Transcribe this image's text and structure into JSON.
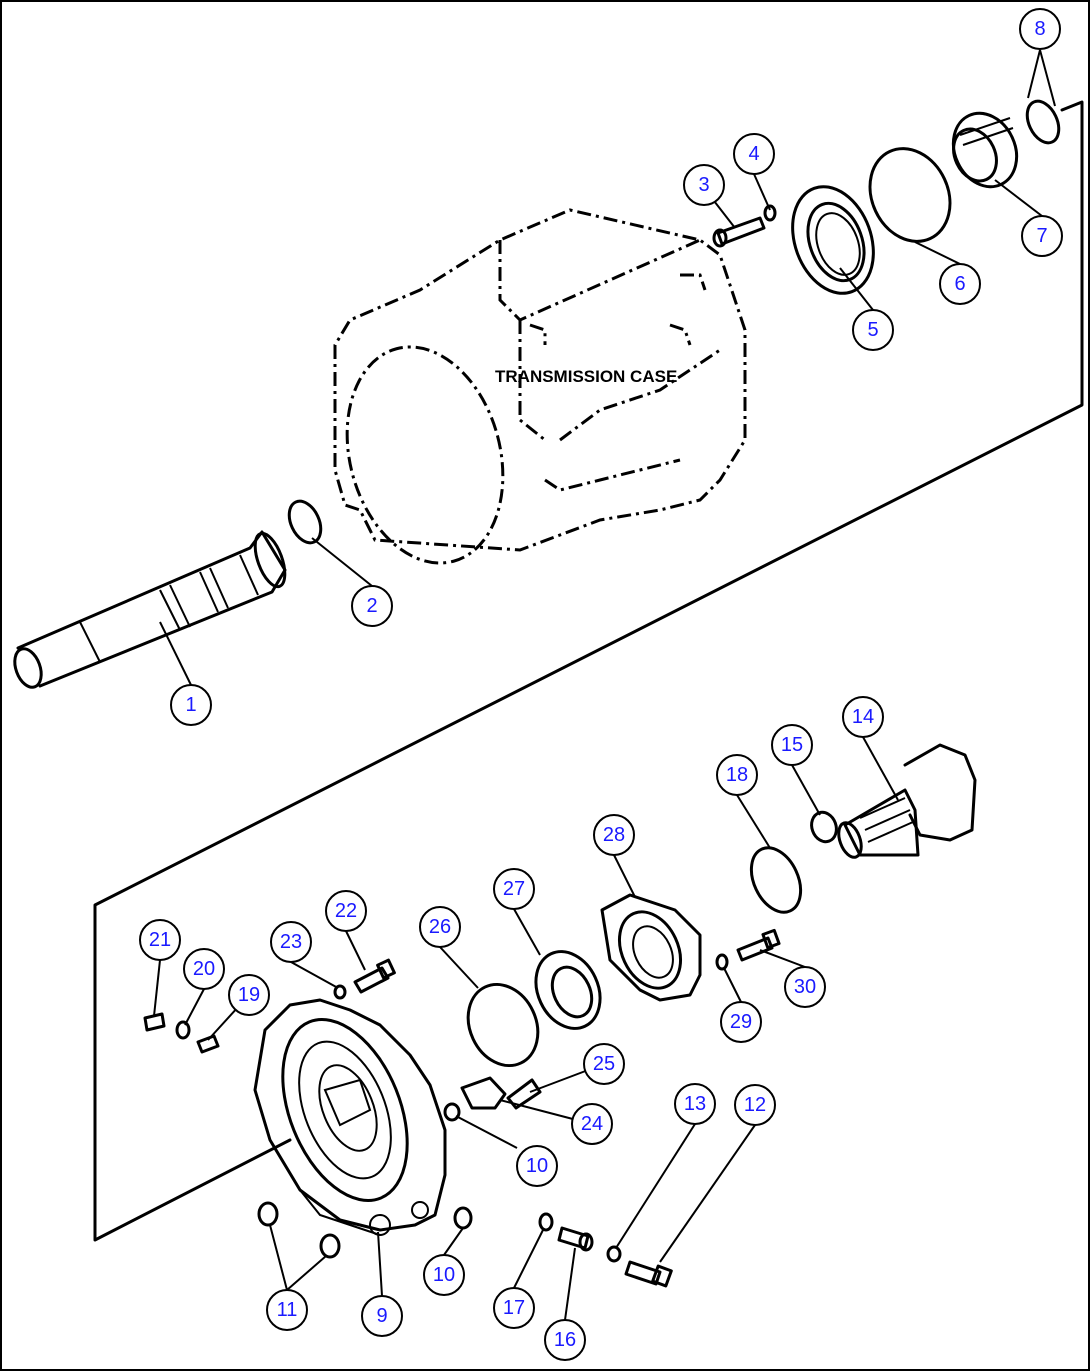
{
  "case_label": "TRANSMISSION CASE",
  "callouts": [
    {
      "key": "1",
      "label": "1"
    },
    {
      "key": "2",
      "label": "2"
    },
    {
      "key": "3",
      "label": "3"
    },
    {
      "key": "4",
      "label": "4"
    },
    {
      "key": "5",
      "label": "5"
    },
    {
      "key": "6",
      "label": "6"
    },
    {
      "key": "7",
      "label": "7"
    },
    {
      "key": "8",
      "label": "8"
    },
    {
      "key": "9",
      "label": "9"
    },
    {
      "key": "10a",
      "label": "10"
    },
    {
      "key": "10b",
      "label": "10"
    },
    {
      "key": "11",
      "label": "11"
    },
    {
      "key": "12",
      "label": "12"
    },
    {
      "key": "13",
      "label": "13"
    },
    {
      "key": "14",
      "label": "14"
    },
    {
      "key": "15",
      "label": "15"
    },
    {
      "key": "16",
      "label": "16"
    },
    {
      "key": "17",
      "label": "17"
    },
    {
      "key": "18",
      "label": "18"
    },
    {
      "key": "19",
      "label": "19"
    },
    {
      "key": "20",
      "label": "20"
    },
    {
      "key": "21",
      "label": "21"
    },
    {
      "key": "22",
      "label": "22"
    },
    {
      "key": "23",
      "label": "23"
    },
    {
      "key": "24",
      "label": "24"
    },
    {
      "key": "25",
      "label": "25"
    },
    {
      "key": "26",
      "label": "26"
    },
    {
      "key": "27",
      "label": "27"
    },
    {
      "key": "28",
      "label": "28"
    },
    {
      "key": "29",
      "label": "29"
    },
    {
      "key": "30",
      "label": "30"
    }
  ]
}
